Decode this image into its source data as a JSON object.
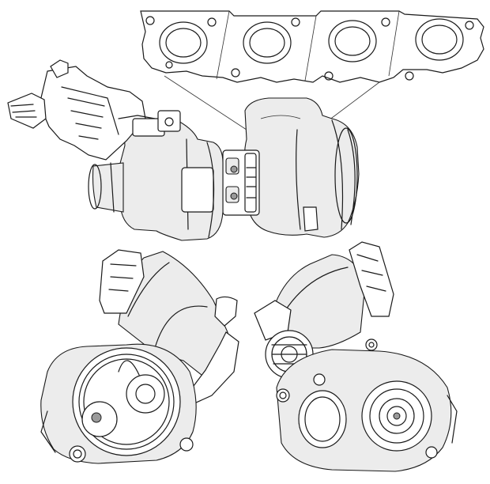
{
  "figure": {
    "kind": "technical line drawing",
    "views": [
      "exhaust-manifold-flange",
      "turbocharger-side-view",
      "turbocharger-compressor-end-view",
      "turbocharger-turbine-end-view"
    ],
    "colors": {
      "line": "#1a1a1a",
      "shade": "#ececec",
      "background": "#ffffff"
    }
  }
}
